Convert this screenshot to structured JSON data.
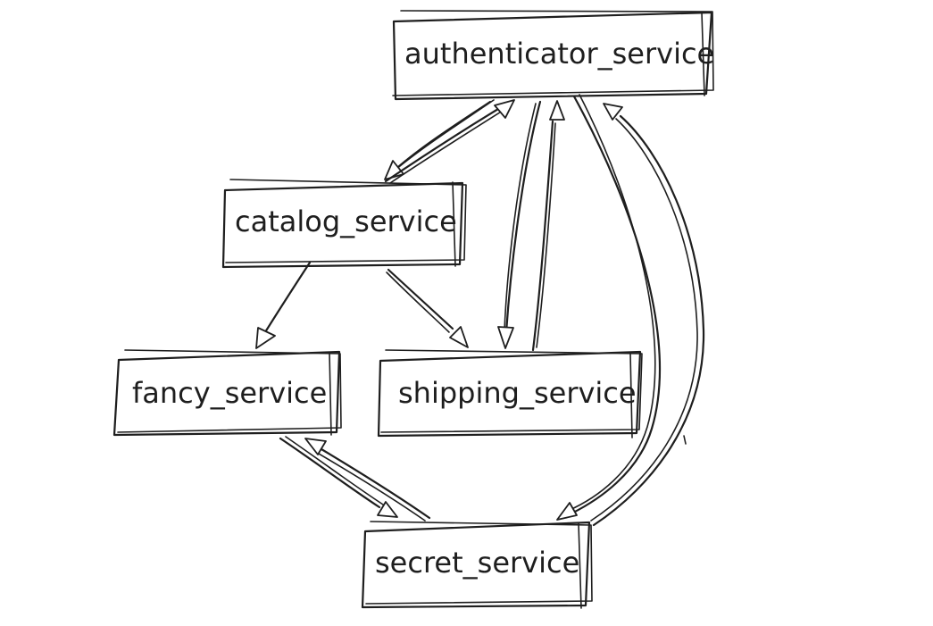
{
  "diagram": {
    "nodes": {
      "authenticator": "authenticator_service",
      "catalog": "catalog_service",
      "fancy": "fancy_service",
      "shipping": "shipping_service",
      "secret": "secret_service"
    },
    "edges": [
      {
        "from": "authenticator_service",
        "to": "catalog_service"
      },
      {
        "from": "catalog_service",
        "to": "authenticator_service"
      },
      {
        "from": "authenticator_service",
        "to": "shipping_service"
      },
      {
        "from": "shipping_service",
        "to": "authenticator_service"
      },
      {
        "from": "authenticator_service",
        "to": "secret_service"
      },
      {
        "from": "secret_service",
        "to": "authenticator_service"
      },
      {
        "from": "catalog_service",
        "to": "fancy_service"
      },
      {
        "from": "catalog_service",
        "to": "shipping_service"
      },
      {
        "from": "fancy_service",
        "to": "secret_service"
      },
      {
        "from": "secret_service",
        "to": "fancy_service"
      }
    ],
    "colors": {
      "stroke": "#1e1e1e",
      "background": "#ffffff"
    }
  }
}
